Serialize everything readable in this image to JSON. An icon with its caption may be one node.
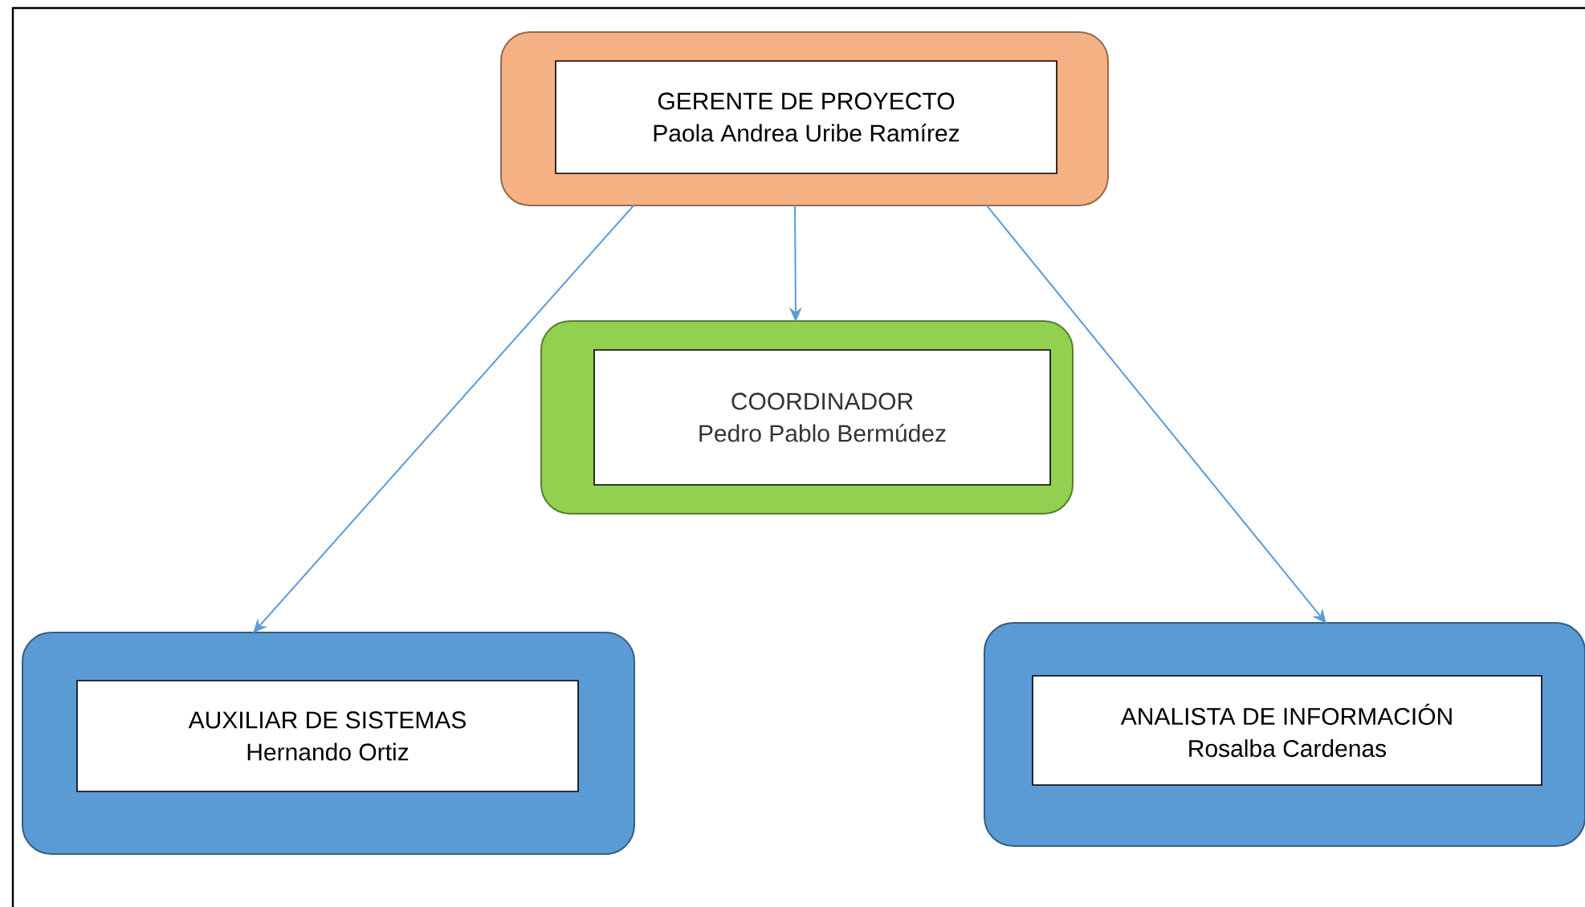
{
  "diagram": {
    "nodes": [
      {
        "text": [],
        "shape": "box"
      },
      {
        "text": [
          "GERENTE DE PROYECTO",
          "Paola Andrea Uribe Ramírez"
        ],
        "in": 0
      },
      {
        "text": [],
        "shape": "box"
      },
      {
        "text": [
          "COORDINADOR",
          "Pedro Pablo Bermúdez"
        ],
        "in": 2
      },
      {
        "text": [],
        "shape": "box"
      },
      {
        "text": [
          "AUXILIAR DE SISTEMAS",
          "Hernando Ortiz"
        ],
        "in": 4
      },
      {
        "text": [],
        "shape": "box"
      },
      {
        "text": [
          "ANALISTA DE INFORMACIÓN",
          "Rosalba Cardenas"
        ],
        "in": 6
      }
    ],
    "edges": [
      {
        "from": 0,
        "to": 4,
        "arrow": "to"
      },
      {
        "from": 0,
        "to": 2,
        "arrow": "to"
      },
      {
        "from": 0,
        "to": 6,
        "arrow": "to"
      }
    ]
  }
}
